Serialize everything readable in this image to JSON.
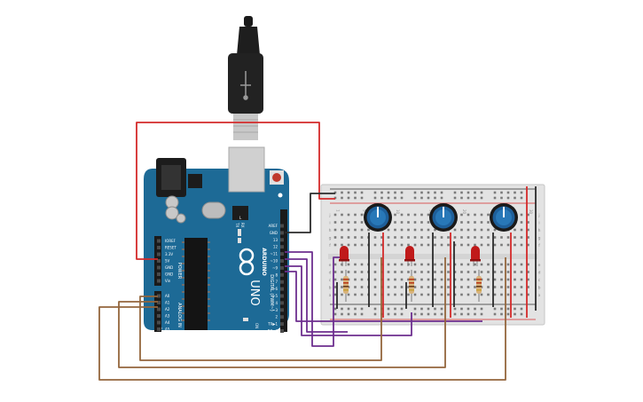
{
  "arduino": {
    "brand": "ARDUINO",
    "model": "UNO",
    "digital_header_label": "DIGITAL (PWM~)",
    "power_header_label": "POWER",
    "analog_header_label": "ANALOG IN",
    "on_label": "ON",
    "tx_label": "TX",
    "rx_label": "RX",
    "l_label": "L",
    "digital_pins": [
      "AREF",
      "GND",
      "13",
      "12",
      "~11",
      "~10",
      "~9",
      "8",
      "7",
      "~6",
      "~5",
      "4",
      "~3",
      "2",
      "TX▶1",
      "RX◀0"
    ],
    "power_pins": [
      "IOREF",
      "RESET",
      "3.3V",
      "5V",
      "GND",
      "GND",
      "Vin"
    ],
    "analog_pins": [
      "A0",
      "A1",
      "A2",
      "A3",
      "A4",
      "A5"
    ]
  },
  "breadboard": {
    "row_letters_top": [
      "j",
      "i",
      "h",
      "g",
      "f"
    ],
    "row_letters_bottom": [
      "e",
      "d",
      "c",
      "b",
      "a"
    ],
    "column_numbers": [
      "1",
      "5",
      "10",
      "15",
      "20",
      "25",
      "30"
    ]
  },
  "components": {
    "potentiometer_count": 3,
    "led_count": 3,
    "resistor_count": 3
  },
  "colors": {
    "board": "#1d6a96",
    "breadboard": "#e3e3e3",
    "wire_red": "#d42a2a",
    "wire_black": "#2b2b2b",
    "wire_purple": "#6d2f8f",
    "wire_brown": "#94663c",
    "led_red": "#c01a1a",
    "pot_blue": "#1e5f9a"
  }
}
